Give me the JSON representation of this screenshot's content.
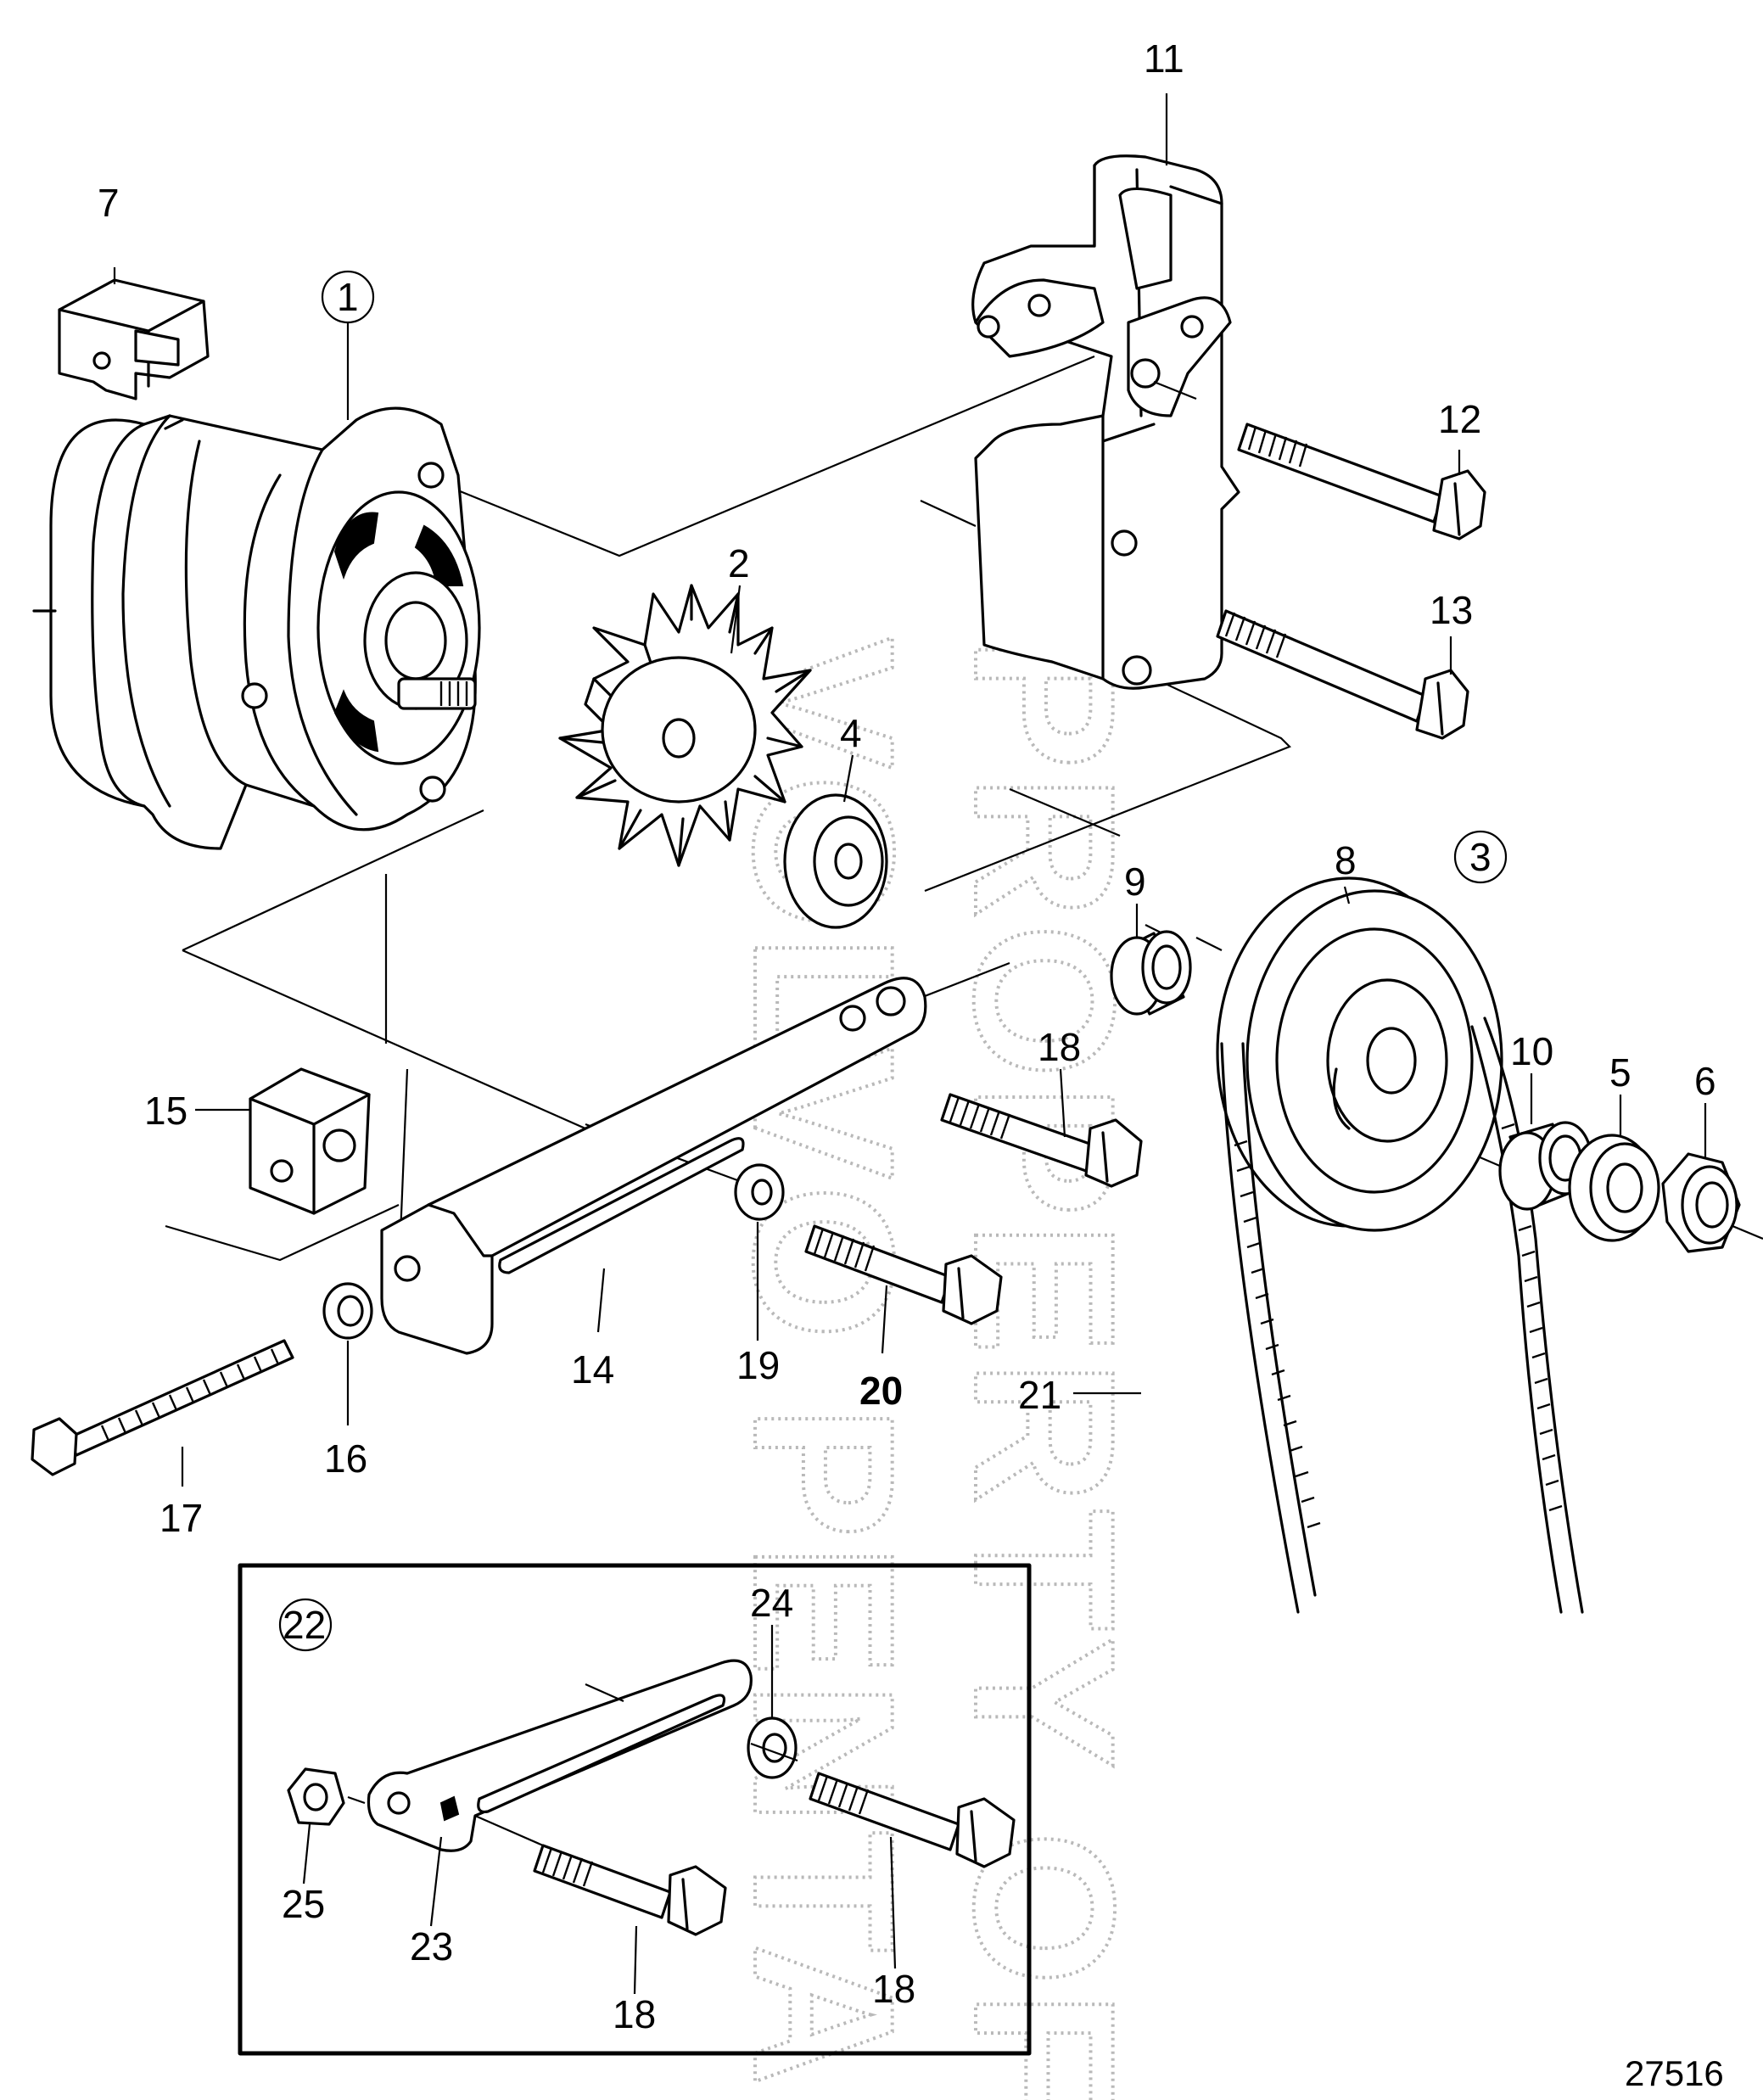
{
  "diagram": {
    "watermark": [
      "PROPERTY OF",
      "VOLVO PENTA"
    ],
    "figure_number": "27516",
    "callouts": [
      {
        "id": "1",
        "circled": true
      },
      {
        "id": "2"
      },
      {
        "id": "3",
        "circled": true
      },
      {
        "id": "4"
      },
      {
        "id": "5"
      },
      {
        "id": "6"
      },
      {
        "id": "7"
      },
      {
        "id": "8"
      },
      {
        "id": "9"
      },
      {
        "id": "10"
      },
      {
        "id": "11"
      },
      {
        "id": "12"
      },
      {
        "id": "13"
      },
      {
        "id": "14"
      },
      {
        "id": "15"
      },
      {
        "id": "16"
      },
      {
        "id": "17"
      },
      {
        "id": "18"
      },
      {
        "id": "19"
      },
      {
        "id": "20",
        "bold": true
      },
      {
        "id": "21"
      },
      {
        "id": "22",
        "circled": true
      },
      {
        "id": "23"
      },
      {
        "id": "24"
      },
      {
        "id": "25"
      }
    ],
    "inset_callouts": {
      "c22": "22",
      "c23": "23",
      "c24": "24",
      "c25": "25",
      "c18a": "18",
      "c18b": "18"
    },
    "labels": {
      "c1": "1",
      "c2": "2",
      "c3": "3",
      "c4": "4",
      "c5": "5",
      "c6": "6",
      "c7": "7",
      "c8": "8",
      "c9": "9",
      "c10": "10",
      "c11": "11",
      "c12": "12",
      "c13": "13",
      "c14": "14",
      "c15": "15",
      "c16": "16",
      "c17": "17",
      "c18": "18",
      "c19": "19",
      "c20": "20",
      "c21": "21"
    }
  }
}
